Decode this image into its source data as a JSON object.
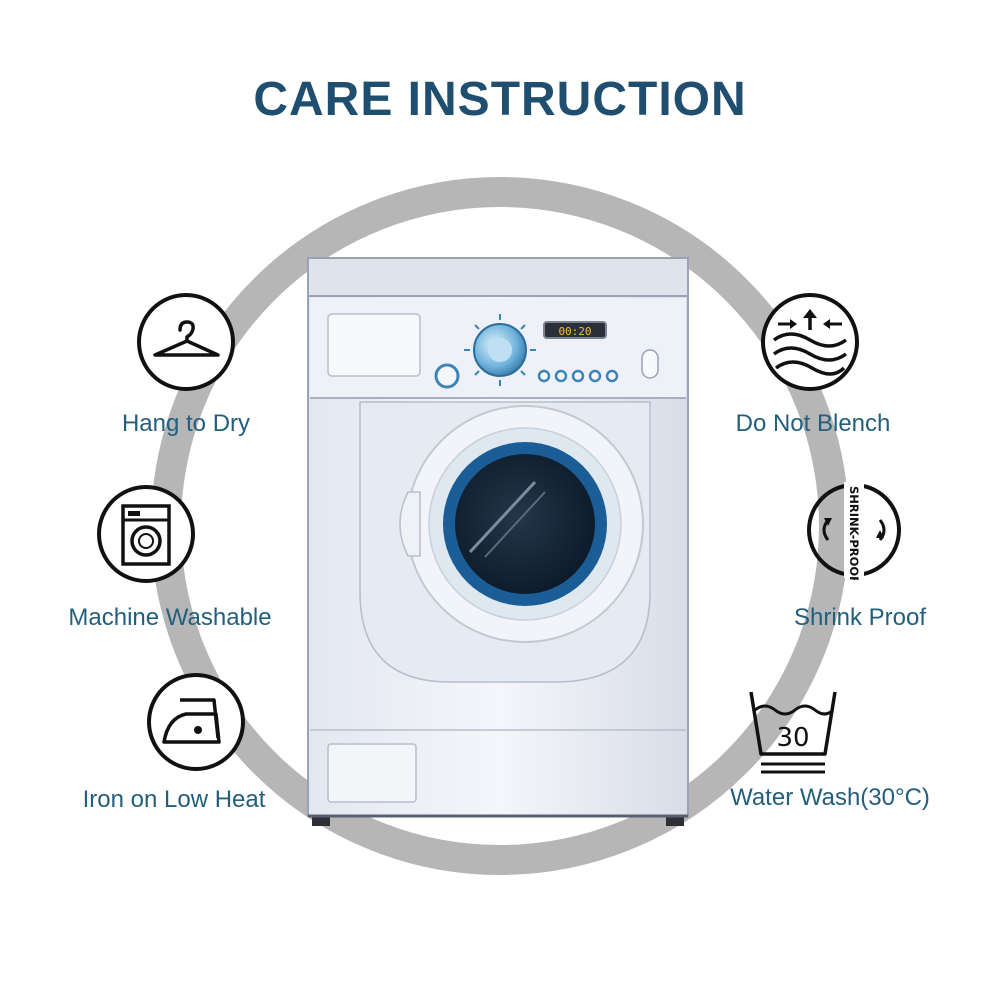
{
  "title": "CARE INSTRUCTION",
  "washer": {
    "display": "00:20"
  },
  "instructions": [
    {
      "label": "Hang to Dry",
      "icon": "hanger-icon"
    },
    {
      "label": "Machine Washable",
      "icon": "washing-machine-icon"
    },
    {
      "label": "Iron on Low Heat",
      "icon": "iron-icon"
    },
    {
      "label": "Do Not Blench",
      "icon": "no-bleach-icon"
    },
    {
      "label": "Shrink Proof",
      "icon": "shrink-proof-icon",
      "badge": "SHRINK-PROOF"
    },
    {
      "label": "Water Wash(30°C)",
      "icon": "wash-30-icon",
      "badge": "30"
    }
  ],
  "colors": {
    "title": "#1f4e6e",
    "label": "#235f7d",
    "ring": "#b6b6b6",
    "icon_stroke": "#111111"
  }
}
